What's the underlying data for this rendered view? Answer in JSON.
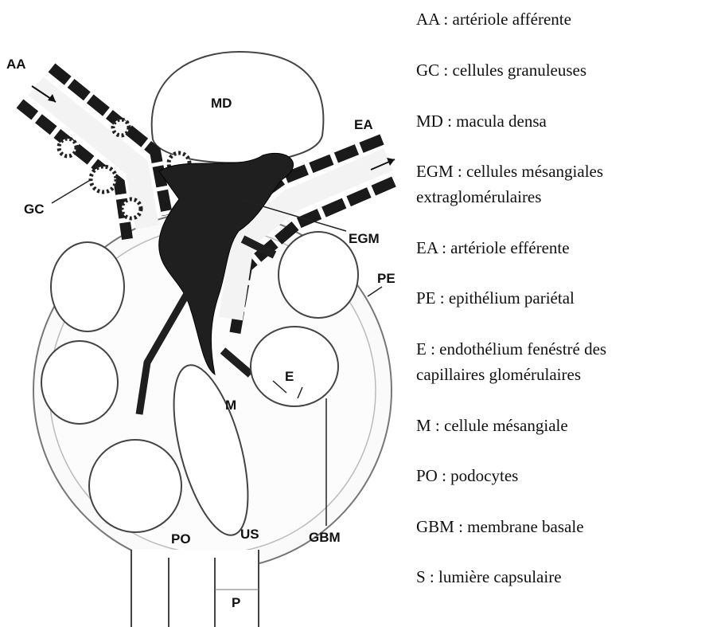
{
  "figure": {
    "labels": {
      "aa": "AA",
      "md": "MD",
      "ea": "EA",
      "gc": "GC",
      "egm": "EGM",
      "pe": "PE",
      "m": "M",
      "e": "E",
      "po": "PO",
      "us": "US",
      "gbm": "GBM",
      "p": "P"
    }
  },
  "legend": {
    "aa": "AA : artériole afférente",
    "gc": "GC : cellules granuleuses",
    "md": "MD : macula densa",
    "egm_1": "EGM : cellules mésangiales",
    "egm_2": "extraglomérulaires",
    "ea": "EA : artériole efférente",
    "pe": "PE : epithélium pariétal",
    "e_1": "E : endothélium fenéstré des",
    "e_2": "capillaires glomérulaires",
    "m": "M : cellule mésangiale",
    "po": "PO : podocytes",
    "gbm": "GBM :  membrane basale",
    "s": "S : lumière capsulaire"
  }
}
